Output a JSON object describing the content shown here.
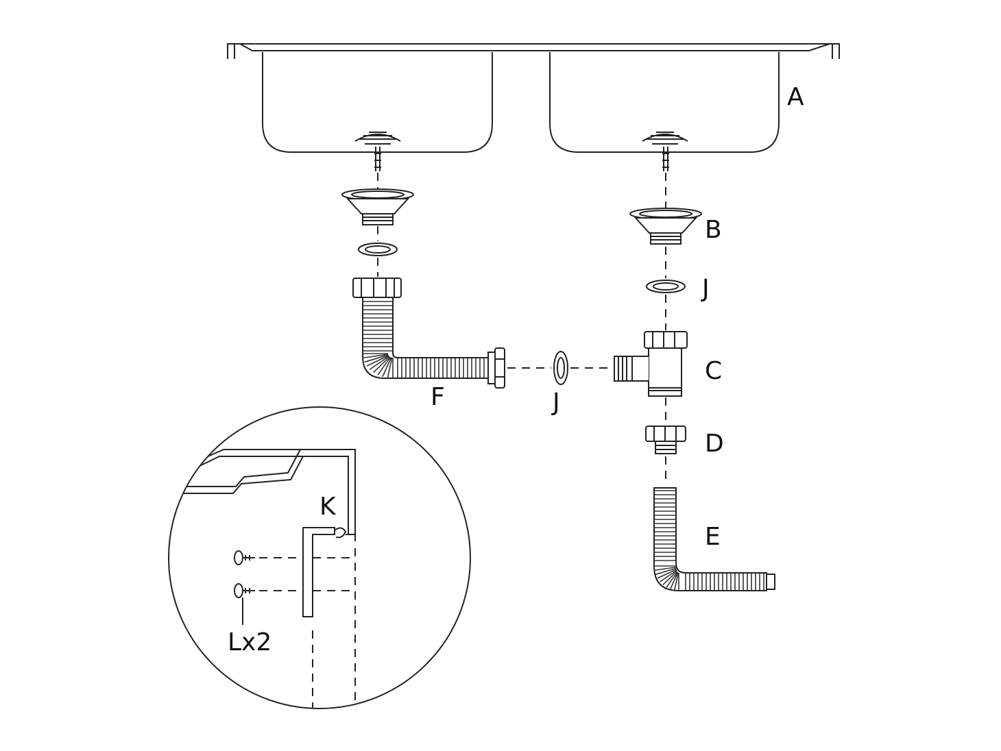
{
  "labels": {
    "a": "A",
    "b": "B",
    "j_upper": "J",
    "c": "C",
    "d": "D",
    "e": "E",
    "f": "F",
    "j_lower": "J",
    "k": "K",
    "l": "Lx2"
  },
  "colors": {
    "line": "#222222",
    "background": "#ffffff"
  }
}
